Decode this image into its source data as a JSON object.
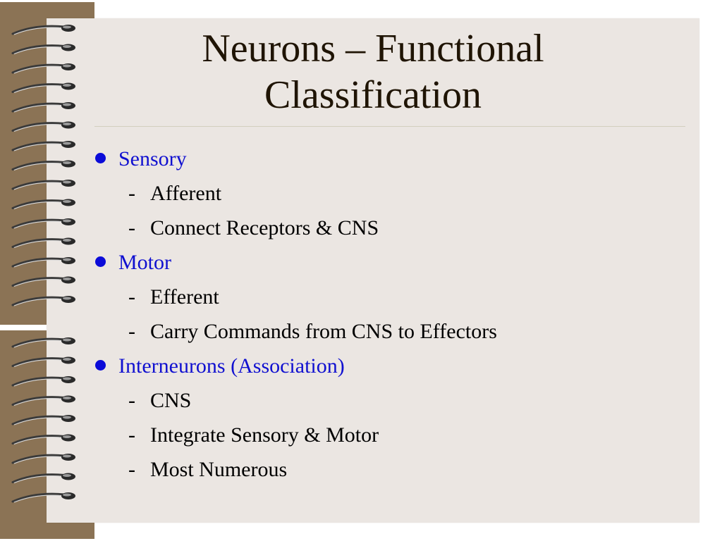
{
  "slide": {
    "title_line1": "Neurons – Functional",
    "title_line2": "Classification",
    "items": [
      {
        "level": 1,
        "text": "Sensory"
      },
      {
        "level": 2,
        "marker": "-",
        "text": "Afferent"
      },
      {
        "level": 2,
        "marker": "-",
        "text": "Connect Receptors & CNS"
      },
      {
        "level": 1,
        "text": "Motor"
      },
      {
        "level": 2,
        "marker": "-",
        "text": "Efferent"
      },
      {
        "level": 2,
        "marker": "-",
        "text": "Carry Commands from CNS to Effectors"
      },
      {
        "level": 1,
        "text": "Interneurons (Association)"
      },
      {
        "level": 2,
        "marker": "-",
        "text": "CNS"
      },
      {
        "level": 2,
        "marker": "-",
        "text": "Integrate Sensory & Motor"
      },
      {
        "level": 2,
        "marker": "-",
        "text": "Most Numerous"
      }
    ]
  },
  "colors": {
    "background_page": "#ebe6e2",
    "spine": "#8b7355",
    "title": "#1f1404",
    "level1_text": "#1010d0",
    "bullet": "#0b0bd8",
    "level2_text": "#000000"
  },
  "icons": {
    "binding": "spiral-coil-icon",
    "bullet": "filled-circle-bullet-icon"
  }
}
